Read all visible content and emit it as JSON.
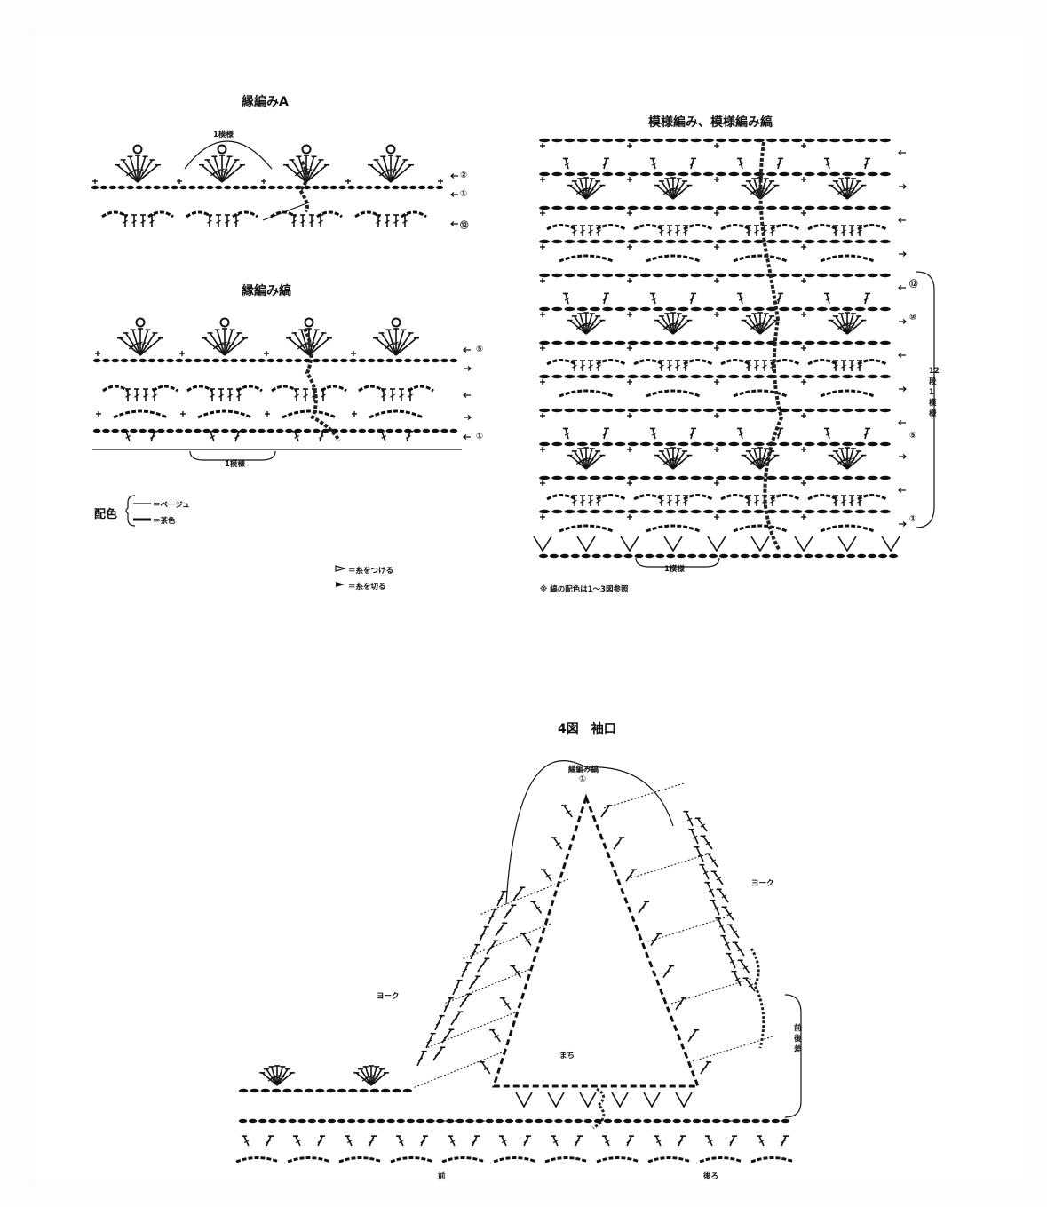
{
  "chart_a": {
    "title": "縁編みA",
    "repeat_label": "1模様",
    "row_labels": [
      "②",
      "①",
      "⑫"
    ]
  },
  "chart_stripe": {
    "title": "縁編み縞",
    "repeat_label": "1模様",
    "row_labels": [
      "⑤",
      "①"
    ]
  },
  "legend": {
    "title": "配色",
    "items": [
      "＝ベージュ",
      "＝茶色"
    ],
    "yarn_notes": [
      "＝糸をつける",
      "＝糸を切る"
    ]
  },
  "chart_pattern": {
    "title": "模様編み、模様編み縞",
    "row_labels": [
      "⑫",
      "⑩",
      "⑤",
      "①"
    ],
    "repeat_vertical_label": "12段1模様",
    "repeat_label": "1模様",
    "note": "※ 縞の配色は1〜3図参照"
  },
  "figure4": {
    "title": "4図　袖口",
    "top_label": "縁編み縞",
    "top_row": "①",
    "yoke_left": "ヨーク",
    "yoke_right": "ヨーク",
    "side_label": "前後差",
    "gusset": "まち",
    "front": "前",
    "back": "後ろ"
  },
  "colors": {
    "ink": "#111111",
    "line": "#333333",
    "paper": "#ffffff"
  }
}
